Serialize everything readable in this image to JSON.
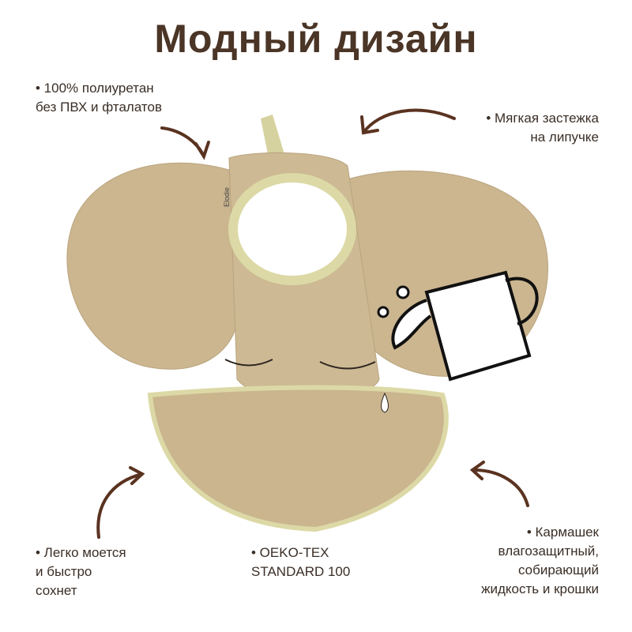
{
  "title": "Модный дизайн",
  "brand_tag": "Elodie",
  "colors": {
    "title": "#4a3526",
    "arrow": "#5a3320",
    "bib": "#cdb994",
    "trim": "#dcd9a6"
  },
  "notes": {
    "material": [
      "• 100% полиуретан",
      "без ПВХ и фталатов"
    ],
    "fastener": [
      "• Мягкая застежка",
      "на липучке"
    ],
    "washable": [
      "• Легко моется",
      "и быстро",
      "сохнет"
    ],
    "certificate": [
      "• OEKO-TEX",
      "STANDARD 100"
    ],
    "pocket": [
      "• Кармашек",
      "влагозащитный,",
      "собирающий",
      "жидкость и крошки"
    ]
  }
}
